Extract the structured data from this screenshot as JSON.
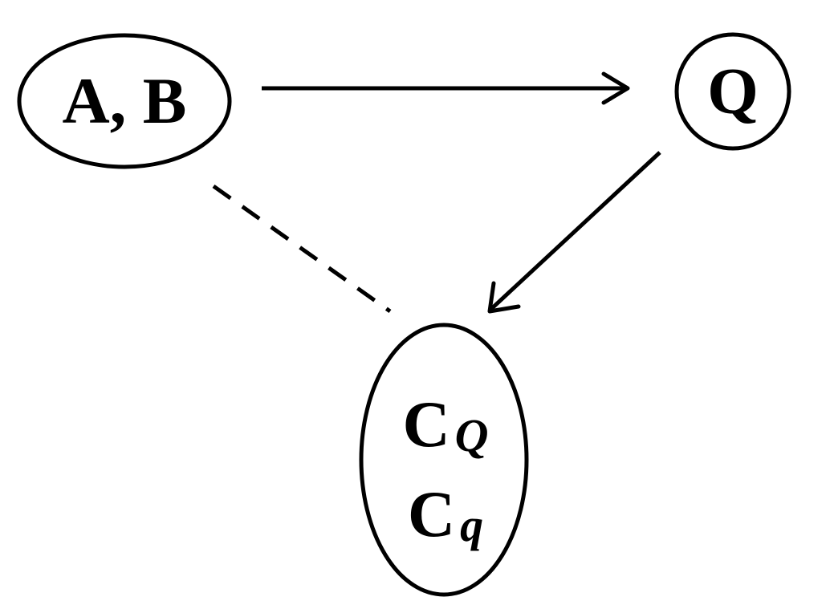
{
  "diagram": {
    "nodes": {
      "ab": {
        "label": "A, B"
      },
      "q": {
        "label": "Q"
      },
      "c": {
        "lines": [
          {
            "main": "C",
            "sub": "Q"
          },
          {
            "main": "C",
            "sub": "q"
          }
        ]
      }
    },
    "edges": [
      {
        "from": "ab",
        "to": "q",
        "style": "solid",
        "arrow": true
      },
      {
        "from": "q",
        "to": "c",
        "style": "solid",
        "arrow": true
      },
      {
        "from": "ab",
        "to": "c",
        "style": "dashed",
        "arrow": false
      }
    ],
    "colors": {
      "stroke": "#000000",
      "background": "#ffffff"
    }
  }
}
